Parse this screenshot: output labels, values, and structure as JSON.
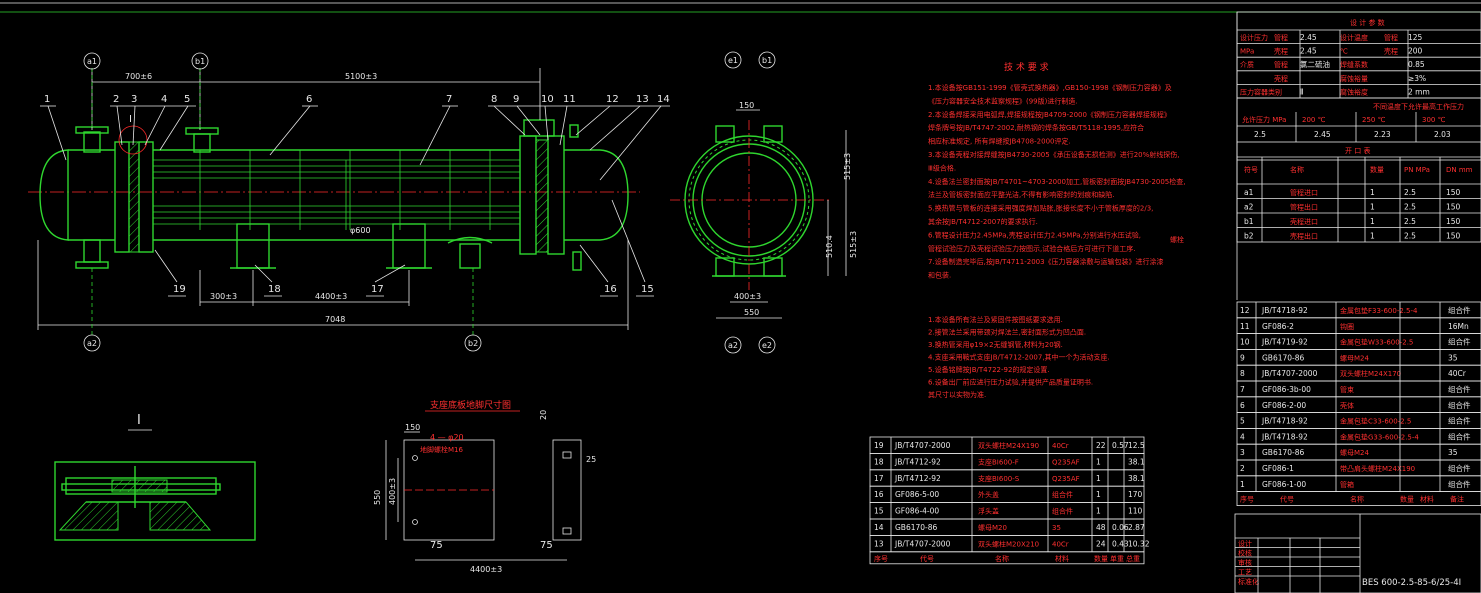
{
  "main_view": {
    "part_numbers": [
      "1",
      "2",
      "3",
      "4",
      "5",
      "6",
      "7",
      "8",
      "9",
      "10",
      "11",
      "12",
      "13",
      "14",
      "19",
      "18",
      "17",
      "16",
      "15"
    ],
    "dims_top": [
      "700±6",
      "5100±3"
    ],
    "dims_bottom": [
      "300±3",
      "4400±3",
      "7048"
    ],
    "bubble_labels": [
      "a1",
      "b1",
      "a2",
      "b2"
    ],
    "detail_mark": "I",
    "diameter_label": "φ600"
  },
  "side_view": {
    "bubble_labels": [
      "e1",
      "b1",
      "a2",
      "e2"
    ],
    "dims": [
      "150",
      "515±3",
      "510.4",
      "515±3",
      "400±3",
      "550"
    ]
  },
  "detail_view": {
    "title": "I"
  },
  "support_view": {
    "title": "支座底板地脚尺寸图",
    "hole_label": "4 — φ20",
    "bolt_label": "地脚螺栓M16",
    "dims": [
      "150",
      "550",
      "400±3",
      "20",
      "25",
      "75",
      "75",
      "4400±3"
    ]
  },
  "tech_req": {
    "title": "技 术 要 求",
    "lines": [
      "1.本设备按GB151-1999《管壳式换热器》,GB150-1998《钢制压力容器》及",
      "《压力容器安全技术监察规程》(99版)进行制造.",
      "2.本设备焊接采用电弧焊,焊接规程按JB4709-2000《钢制压力容器焊接规程》",
      "焊条牌号按JB/T4747-2002,耐热钢的焊条按GB/T5118-1995,应符合",
      "相应标准规定, 所有焊缝按JB4708-2000评定.",
      "3.本设备壳程对接焊缝按JB4730-2005《承压设备无损检测》进行20%射线探伤,",
      "Ⅲ级合格.",
      "4.设备法兰密封面按JB/T4701~4703-2000加工,管板密封面按JB4730-2005检查,",
      "法兰及管板密封面应平整光洁,不得有影响密封的划痕和缺陷.",
      "5.换热管与管板的连接采用强度焊加贴胀,胀接长度不小于管板厚度的2/3,",
      "其余按JB/T4712-2007的要求执行.",
      "6.管程设计压力2.45MPa,壳程设计压力2.45MPa,分别进行水压试验,",
      "管程试验压力及壳程试验压力按图示,试验合格后方可进行下道工序.",
      "7.设备制造完毕后,按JB/T4711-2003《压力容器涂敷与运输包装》进行涂漆",
      "和包装.",
      "1.本设备所有法兰及紧固件按图纸要求选用.",
      "2.接管法兰采用带颈对焊法兰,密封面形式为凹凸面.",
      "3.换热管采用φ19×2无缝钢管,材料为20钢.",
      "4.支座采用鞍式支座JB/T4712-2007,其中一个为活动支座.",
      "5.设备铭牌按JB/T4722-92的规定设置.",
      "6.设备出厂前应进行压力试验,并提供产品质量证明书.",
      "其尺寸以实物为准."
    ],
    "side_note": "螺栓"
  },
  "design_table": {
    "title": "设 计 参 数",
    "rows": [
      [
        "设计压力",
        "管程",
        "2.45",
        "设计温度",
        "管程",
        "125"
      ],
      [
        "MPa",
        "壳程",
        "2.45",
        "℃",
        "壳程",
        "200"
      ],
      [
        "介质",
        "管程",
        "氯二硫油",
        "焊缝系数",
        "",
        "0.85"
      ],
      [
        "",
        "壳程",
        "",
        "腐蚀裕量",
        "",
        "≥3%"
      ],
      [
        "压力容器类别",
        "",
        "Ⅱ",
        "腐蚀裕度",
        "",
        "2 mm"
      ]
    ],
    "pressure_row_title": "不同温度下允许最高工作压力",
    "pressure_head": [
      "允许压力 MPa",
      "200 ℃",
      "250 ℃",
      "300 ℃"
    ],
    "pressure_vals": [
      "2.5",
      "2.45",
      "2.23",
      "2.03"
    ]
  },
  "nozzle_table": {
    "title": "开 口 表",
    "head": [
      "符号",
      "名称",
      "数量",
      "PN MPa",
      "DN mm"
    ],
    "rows": [
      [
        "a1",
        "管程进口",
        "1",
        "2.5",
        "150"
      ],
      [
        "a2",
        "管程出口",
        "1",
        "2.5",
        "150"
      ],
      [
        "b1",
        "壳程进口",
        "1",
        "2.5",
        "150"
      ],
      [
        "b2",
        "壳程出口",
        "1",
        "2.5",
        "150"
      ]
    ]
  },
  "parts_right": {
    "rows": [
      [
        "12",
        "JB/T4718-92",
        "金属包垫F33-600-2.5-4",
        "",
        "组合件"
      ],
      [
        "11",
        "GF086-2",
        "钩圈",
        "",
        "16Mn"
      ],
      [
        "10",
        "JB/T4719-92",
        "金属包垫W33-600-2.5",
        "",
        "组合件"
      ],
      [
        "9",
        "GB6170-86",
        "螺母M24",
        "",
        "35"
      ],
      [
        "8",
        "JB/T4707-2000",
        "双头螺柱M24X170",
        "",
        "40Cr"
      ],
      [
        "7",
        "GF086-3b-00",
        "管束",
        "",
        "组合件"
      ],
      [
        "6",
        "GF086-2-00",
        "壳体",
        "",
        "组合件"
      ],
      [
        "5",
        "JB/T4718-92",
        "金属包垫C33-600-2.5",
        "",
        "组合件"
      ],
      [
        "4",
        "JB/T4718-92",
        "金属包垫G33-600-2.5-4",
        "",
        "组合件"
      ],
      [
        "3",
        "GB6170-86",
        "螺母M24",
        "",
        "35"
      ],
      [
        "2",
        "GF086-1",
        "带凸肩头螺柱M24X190",
        "",
        "组合件"
      ],
      [
        "1",
        "GF086-1-00",
        "管箱",
        "",
        "组合件"
      ]
    ],
    "footer": [
      "序号",
      "代号",
      "名称",
      "数量",
      "材料",
      "备注"
    ]
  },
  "parts_bottom": {
    "rows": [
      [
        "19",
        "JB/T4707-2000",
        "双头螺柱M24X190",
        "40Cr",
        "22",
        "0.57",
        "12.5"
      ],
      [
        "18",
        "JB/T4712-92",
        "支座BI600-F",
        "Q235AF",
        "1",
        "",
        "38.1"
      ],
      [
        "17",
        "JB/T4712-92",
        "支座BI600-S",
        "Q235AF",
        "1",
        "",
        "38.1"
      ],
      [
        "16",
        "GF086-5-00",
        "外头盖",
        "组合件",
        "1",
        "",
        "170"
      ],
      [
        "15",
        "GF086-4-00",
        "浮头盖",
        "组合件",
        "1",
        "",
        "110"
      ],
      [
        "14",
        "GB6170-86",
        "螺母M20",
        "35",
        "48",
        "0.06",
        "2.87"
      ],
      [
        "13",
        "JB/T4707-2000",
        "双头螺柱M20X210",
        "40Cr",
        "24",
        "0.43",
        "10.32"
      ]
    ],
    "footer": [
      "序号",
      "代号",
      "名称",
      "材料",
      "数量",
      "单重",
      "总重"
    ]
  },
  "title_block": {
    "drawing_no": "BES 600-2.5-85-6/25-4I",
    "sign_rows": [
      "设计",
      "校核",
      "审核",
      "工艺",
      "标准化"
    ]
  }
}
